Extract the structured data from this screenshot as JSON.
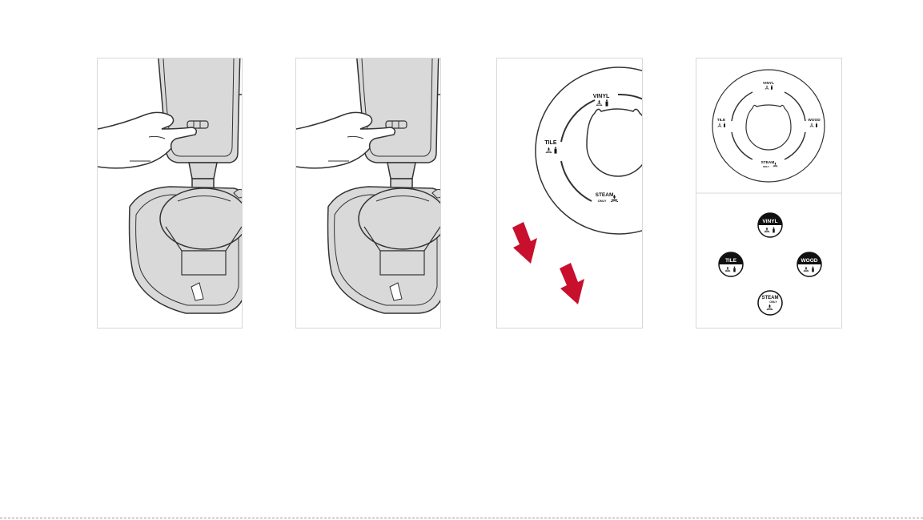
{
  "colors": {
    "arrow": "#c8102e",
    "outline": "#333333",
    "fill_light": "#d9d9d9",
    "panel_border": "#d8d8d8",
    "badge_fill": "#111111"
  },
  "figure": {
    "panel_1": {
      "icon": "hand-pressing-button-icon"
    },
    "panel_2": {
      "icon": "hand-pressing-button-icon"
    },
    "dial_large": {
      "vinyl": "VINYL",
      "tile": "TILE",
      "steam": "STEAM",
      "only": "ONLY"
    },
    "dial_small": {
      "vinyl": "VINYL",
      "tile": "TILE",
      "wood": "WOOD",
      "steam": "STEAM",
      "only": "ONLY"
    },
    "badges": {
      "vinyl": "VINYL",
      "tile": "TILE",
      "wood": "WOOD",
      "steam": "STEAM",
      "only": "ONLY"
    }
  }
}
